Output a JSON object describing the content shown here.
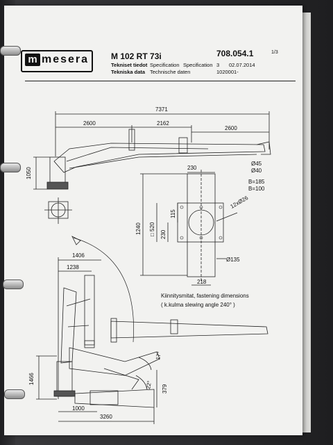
{
  "header": {
    "logo_text": "mesera",
    "model": "M 102 RT 73i",
    "doc_number": "708.054.1",
    "page": "1/3",
    "line1_left": "Tekniset tiedot",
    "line1_mid1": "Specification",
    "line1_mid2": "Specification",
    "line2_left": "Tekniska data",
    "line2_mid": "Technische daten",
    "rev": "3",
    "date": "02.07.2014",
    "serial": "1020001-"
  },
  "dims": {
    "total": "7371",
    "left_reach": "2600",
    "mid_reach": "2162",
    "right_reach": "2600",
    "d45": "Ø45",
    "d40": "Ø40",
    "b185": "B=185",
    "b100": "B=100",
    "h1050": "1050",
    "w230": "230",
    "h1240": "1240",
    "h520": "□ 520",
    "h230": "230",
    "h115": "115",
    "bolt": "12xØ26",
    "d135": "Ø135",
    "w218": "218",
    "fast1": "Kiinnitysmitat, fastening dimensions",
    "fast2": "( k.kulma slewing angle 240° )",
    "r1406": "1406",
    "r1238": "1238",
    "h1466": "1466",
    "a17": "17°",
    "a22": "22°",
    "h379": "379",
    "w1000": "1000",
    "w3260": "3260"
  }
}
